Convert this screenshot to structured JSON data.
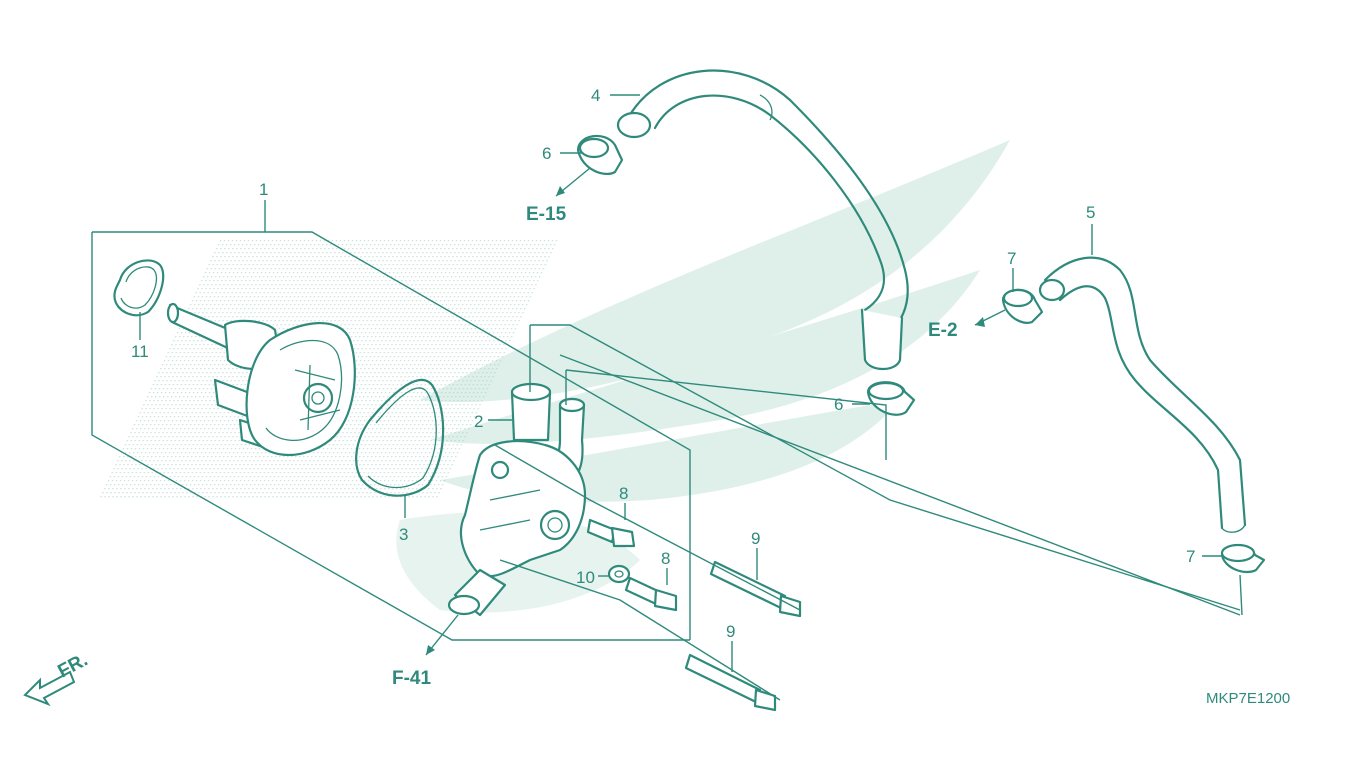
{
  "diagram": {
    "code": "MKP7E1200",
    "front_marker": "FR.",
    "colors": {
      "line": "#2f8a7c",
      "watermark": "#dff0ea",
      "background": "#ffffff"
    },
    "part_numbers": [
      "1",
      "2",
      "3",
      "4",
      "5",
      "6",
      "6",
      "7",
      "7",
      "8",
      "8",
      "9",
      "9",
      "10",
      "11"
    ],
    "references": [
      "E-15",
      "E-2",
      "F-41"
    ]
  }
}
